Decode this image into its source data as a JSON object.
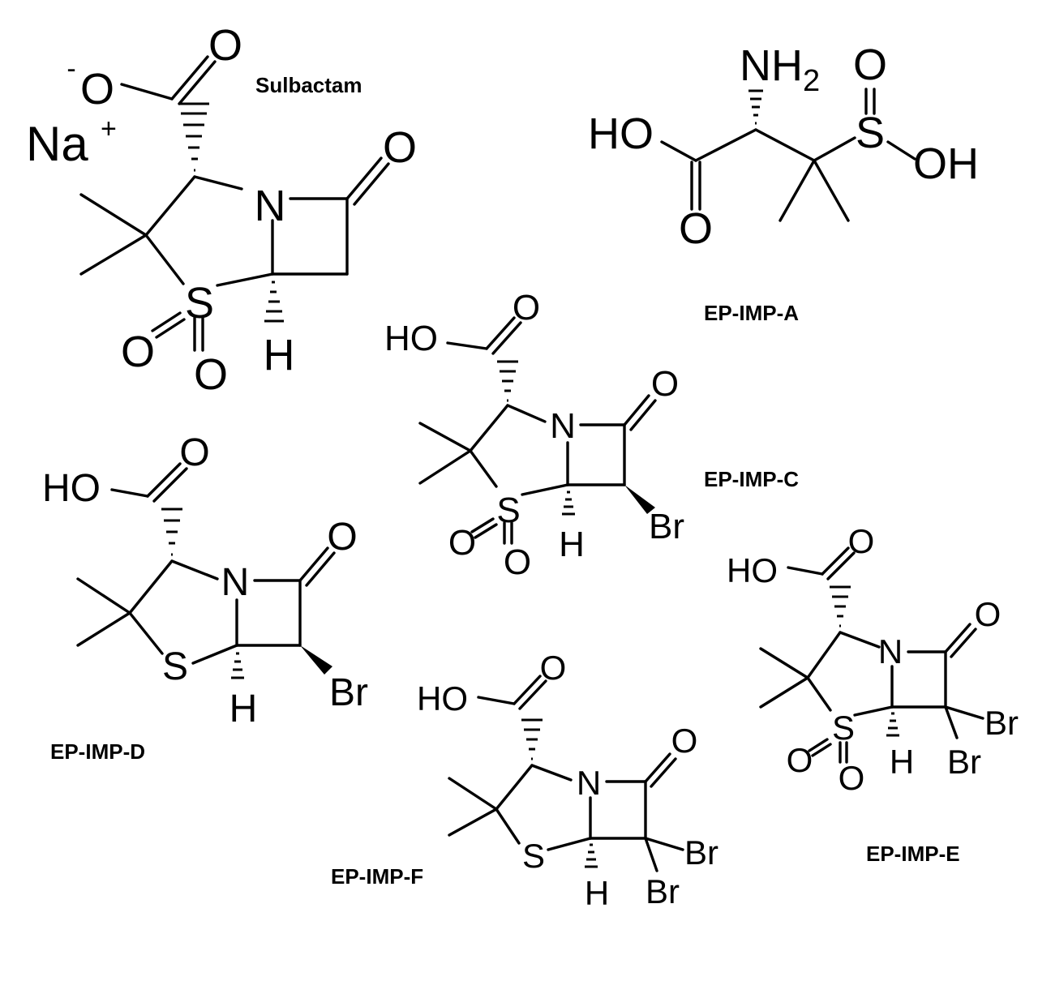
{
  "captions": {
    "sulbactam": "Sulbactam",
    "imp_a": "EP-IMP-A",
    "imp_c": "EP-IMP-C",
    "imp_d": "EP-IMP-D",
    "imp_e": "EP-IMP-E",
    "imp_f": "EP-IMP-F"
  },
  "atoms": {
    "O": "O",
    "N": "N",
    "S": "S",
    "H": "H",
    "HO": "HO",
    "OH": "OH",
    "Br": "Br",
    "Na": "Na",
    "NH": "NH",
    "plus": "+",
    "minus": "-",
    "two": "2"
  }
}
